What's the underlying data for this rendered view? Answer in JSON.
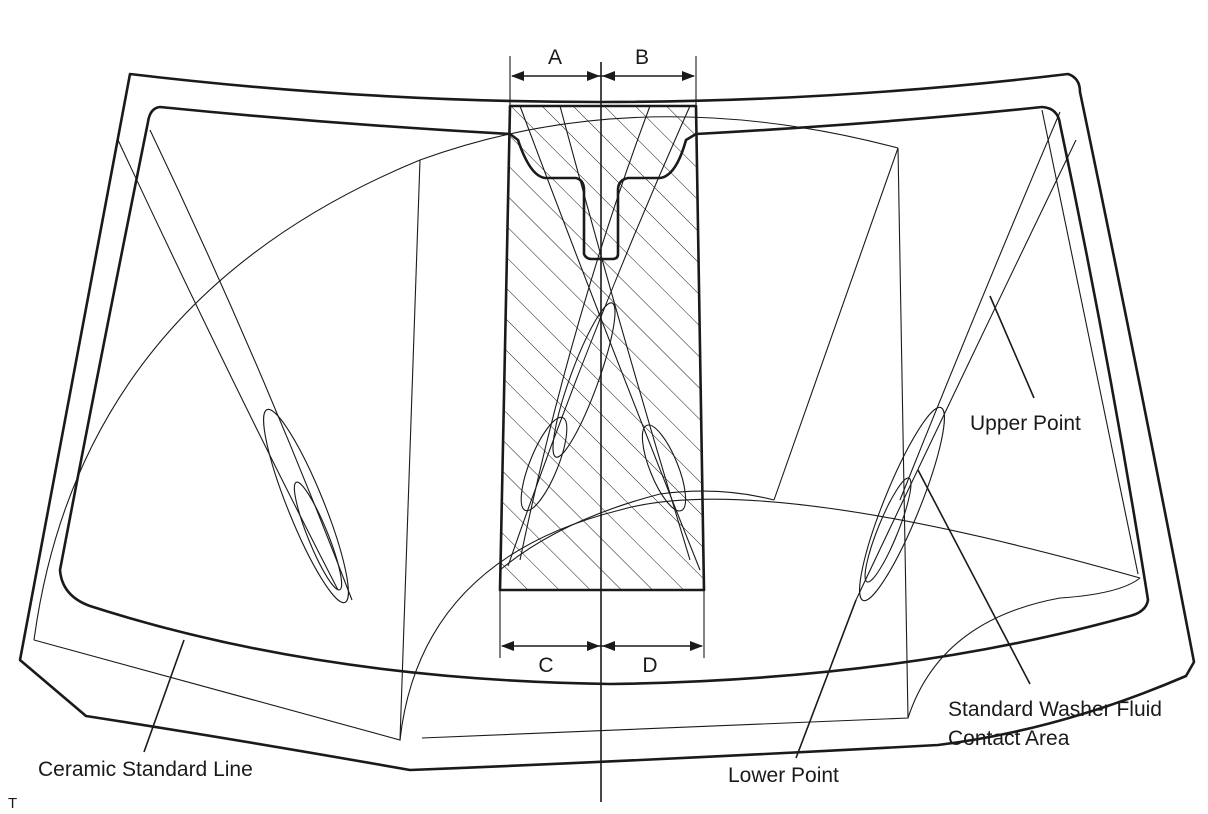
{
  "diagram": {
    "dimensions": {
      "a": "A",
      "b": "B",
      "c": "C",
      "d": "D"
    },
    "labels": {
      "upper_point": "Upper Point",
      "washer_line1": "Standard Washer Fluid",
      "washer_line2": "Contact Area",
      "ceramic": "Ceramic Standard Line",
      "lower_point": "Lower Point",
      "corner_mark": "T"
    }
  }
}
